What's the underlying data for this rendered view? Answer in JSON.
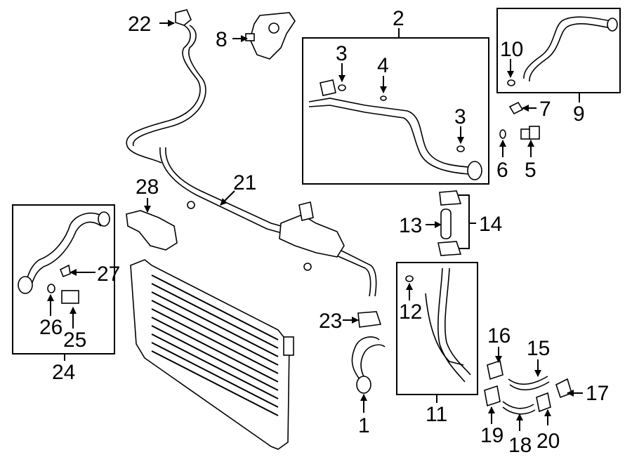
{
  "callouts": {
    "c1": "1",
    "c2": "2",
    "c3a": "3",
    "c3b": "3",
    "c4": "4",
    "c5": "5",
    "c6": "6",
    "c7": "7",
    "c8": "8",
    "c9": "9",
    "c10": "10",
    "c11": "11",
    "c12": "12",
    "c13": "13",
    "c14": "14",
    "c15": "15",
    "c16": "16",
    "c17": "17",
    "c18": "18",
    "c19": "19",
    "c20": "20",
    "c21": "21",
    "c22": "22",
    "c23": "23",
    "c24": "24",
    "c25": "25",
    "c26": "26",
    "c27": "27",
    "c28": "28"
  }
}
